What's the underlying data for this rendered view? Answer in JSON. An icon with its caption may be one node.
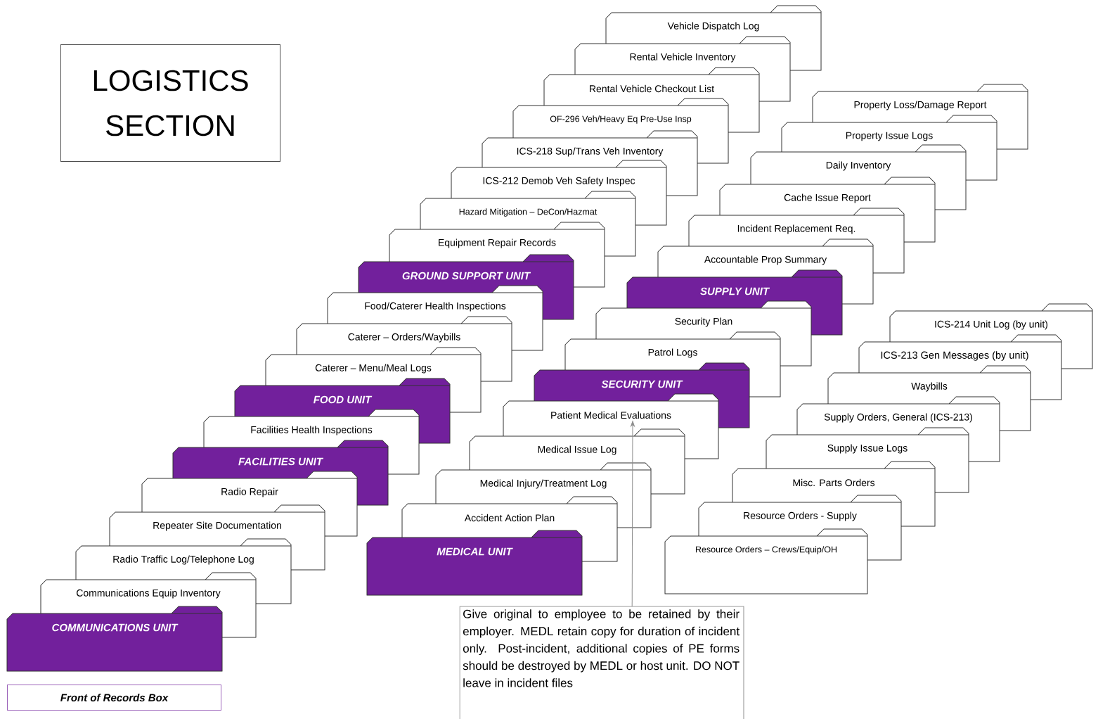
{
  "diagram": {
    "nodes": [
      {
        "text": [
          "LOGISTICS SECTION"
        ]
      },
      {
        "text": [
          "Vehicle Dispatch Log"
        ]
      },
      {
        "text": [
          "Rental Vehicle Inventory"
        ]
      },
      {
        "text": [
          "Rental Vehicle Checkout List"
        ]
      },
      {
        "text": [
          "OF-296 Veh/Heavy Eq Pre-Use Insp"
        ]
      },
      {
        "text": [
          "ICS-218 Sup/Trans Veh Inventory"
        ]
      },
      {
        "text": [
          "ICS-212 Demob Veh Safety Inspec"
        ]
      },
      {
        "text": [
          "Hazard Mitigation – DeCon/Hazmat"
        ]
      },
      {
        "text": [
          "Equipment Repair Records"
        ]
      },
      {
        "text": [
          "GROUND SUPPORT UNIT"
        ]
      },
      {
        "text": [
          "Food/Caterer Health Inspections"
        ]
      },
      {
        "text": [
          "Caterer – Orders/Waybills"
        ]
      },
      {
        "text": [
          "Caterer – Menu/Meal Logs"
        ]
      },
      {
        "text": [
          "FOOD UNIT"
        ]
      },
      {
        "text": [
          "Facilities Health Inspections"
        ]
      },
      {
        "text": [
          "FACILITIES UNIT"
        ]
      },
      {
        "text": [
          "Radio Repair"
        ]
      },
      {
        "text": [
          "Repeater Site Documentation"
        ]
      },
      {
        "text": [
          "Radio Traffic Log/Telephone Log"
        ]
      },
      {
        "text": [
          "Communications Equip Inventory"
        ]
      },
      {
        "text": [
          "COMMUNICATIONS UNIT"
        ]
      },
      {
        "text": [
          "Property Loss/Damage Report"
        ]
      },
      {
        "text": [
          "Property Issue Logs"
        ]
      },
      {
        "text": [
          "Daily Inventory"
        ]
      },
      {
        "text": [
          "Cache Issue Report"
        ]
      },
      {
        "text": [
          "Incident Replacement Req."
        ]
      },
      {
        "text": [
          "Accountable Prop Summary"
        ]
      },
      {
        "text": [
          "SUPPLY UNIT"
        ]
      },
      {
        "text": [
          "Security Plan"
        ]
      },
      {
        "text": [
          "Patrol Logs"
        ]
      },
      {
        "text": [
          "SECURITY UNIT"
        ]
      },
      {
        "text": [
          "Patient Medical Evaluations"
        ]
      },
      {
        "text": [
          "Medical Issue Log"
        ]
      },
      {
        "text": [
          "Medical Injury/Treatment Log"
        ]
      },
      {
        "text": [
          "Accident Action Plan"
        ]
      },
      {
        "text": [
          "MEDICAL UNIT"
        ]
      },
      {
        "text": [
          "ICS-214 Unit Log (by unit)"
        ]
      },
      {
        "text": [
          "ICS-213 Gen Messages (by unit)"
        ]
      },
      {
        "text": [
          "Waybills"
        ]
      },
      {
        "text": [
          "Supply Orders, General (ICS-213)"
        ]
      },
      {
        "text": [
          "Supply Issue Logs"
        ]
      },
      {
        "text": [
          "Misc. Parts Orders"
        ]
      },
      {
        "text": [
          "Resource Orders - Supply"
        ]
      },
      {
        "text": [
          "Resource Orders – Crews/Equip/OH"
        ]
      },
      {
        "text": [
          "Front of Records Box"
        ]
      },
      {
        "text": [
          "Give original to employee to be retained by their employer. MEDL retain copy for duration of incident only. Post-incident, additional copies of PE forms should be destroyed by MEDL or host unit. DO NOT leave in incident files"
        ]
      }
    ],
    "edges": [
      {
        "from": 45,
        "to": 31,
        "arrow": "to"
      }
    ]
  }
}
